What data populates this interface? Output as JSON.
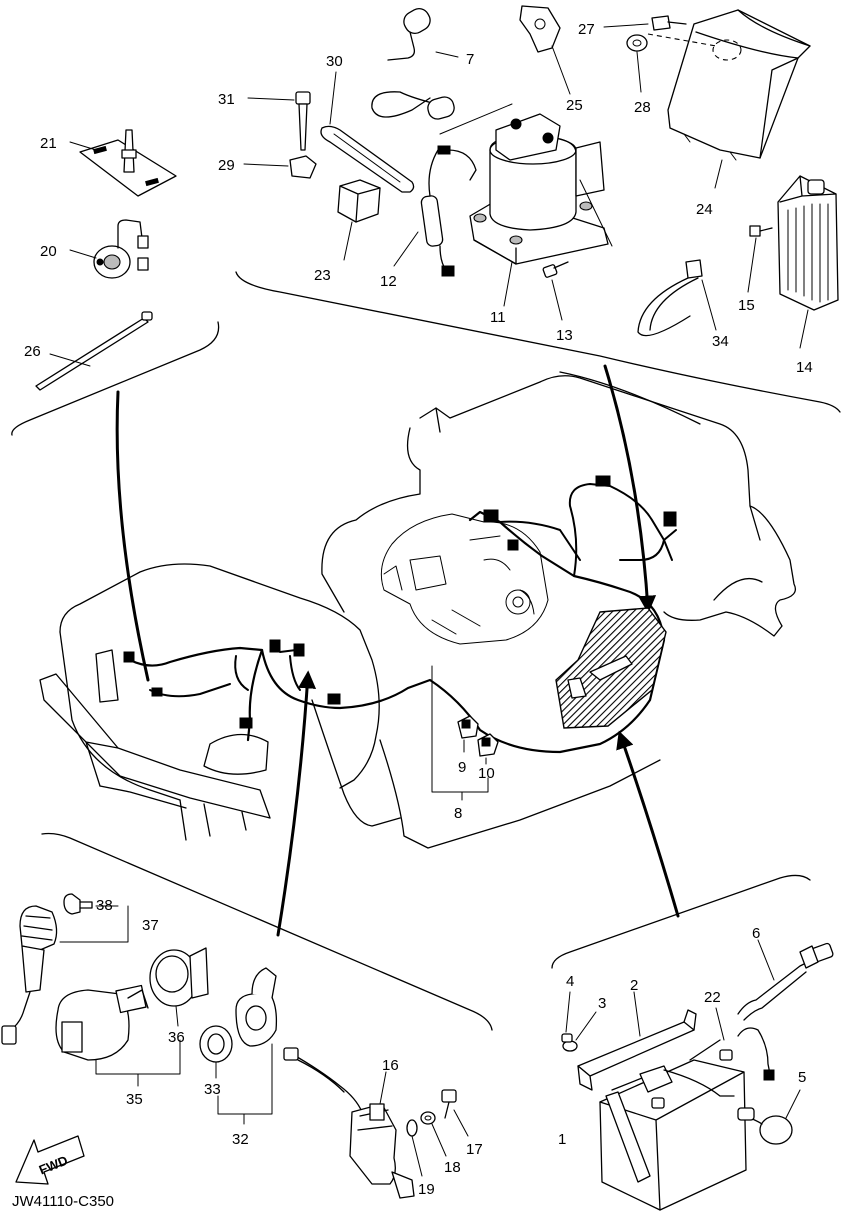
{
  "diagram": {
    "figure_code": "JW41110-C350",
    "forward_label": "FWD",
    "callouts": {
      "c1": "1",
      "c2": "2",
      "c3": "3",
      "c4": "4",
      "c5": "5",
      "c6": "6",
      "c7": "7",
      "c8": "8",
      "c9": "9",
      "c10": "10",
      "c11": "11",
      "c12": "12",
      "c13": "13",
      "c14": "14",
      "c15": "15",
      "c16": "16",
      "c17": "17",
      "c18": "18",
      "c19": "19",
      "c20": "20",
      "c21": "21",
      "c22": "22",
      "c23": "23",
      "c24": "24",
      "c25": "25",
      "c26": "26",
      "c27": "27",
      "c28": "28",
      "c29": "29",
      "c30": "30",
      "c31": "31",
      "c32": "32",
      "c33": "33",
      "c34": "34",
      "c35": "35",
      "c36": "36",
      "c37": "37",
      "c38": "38"
    }
  }
}
